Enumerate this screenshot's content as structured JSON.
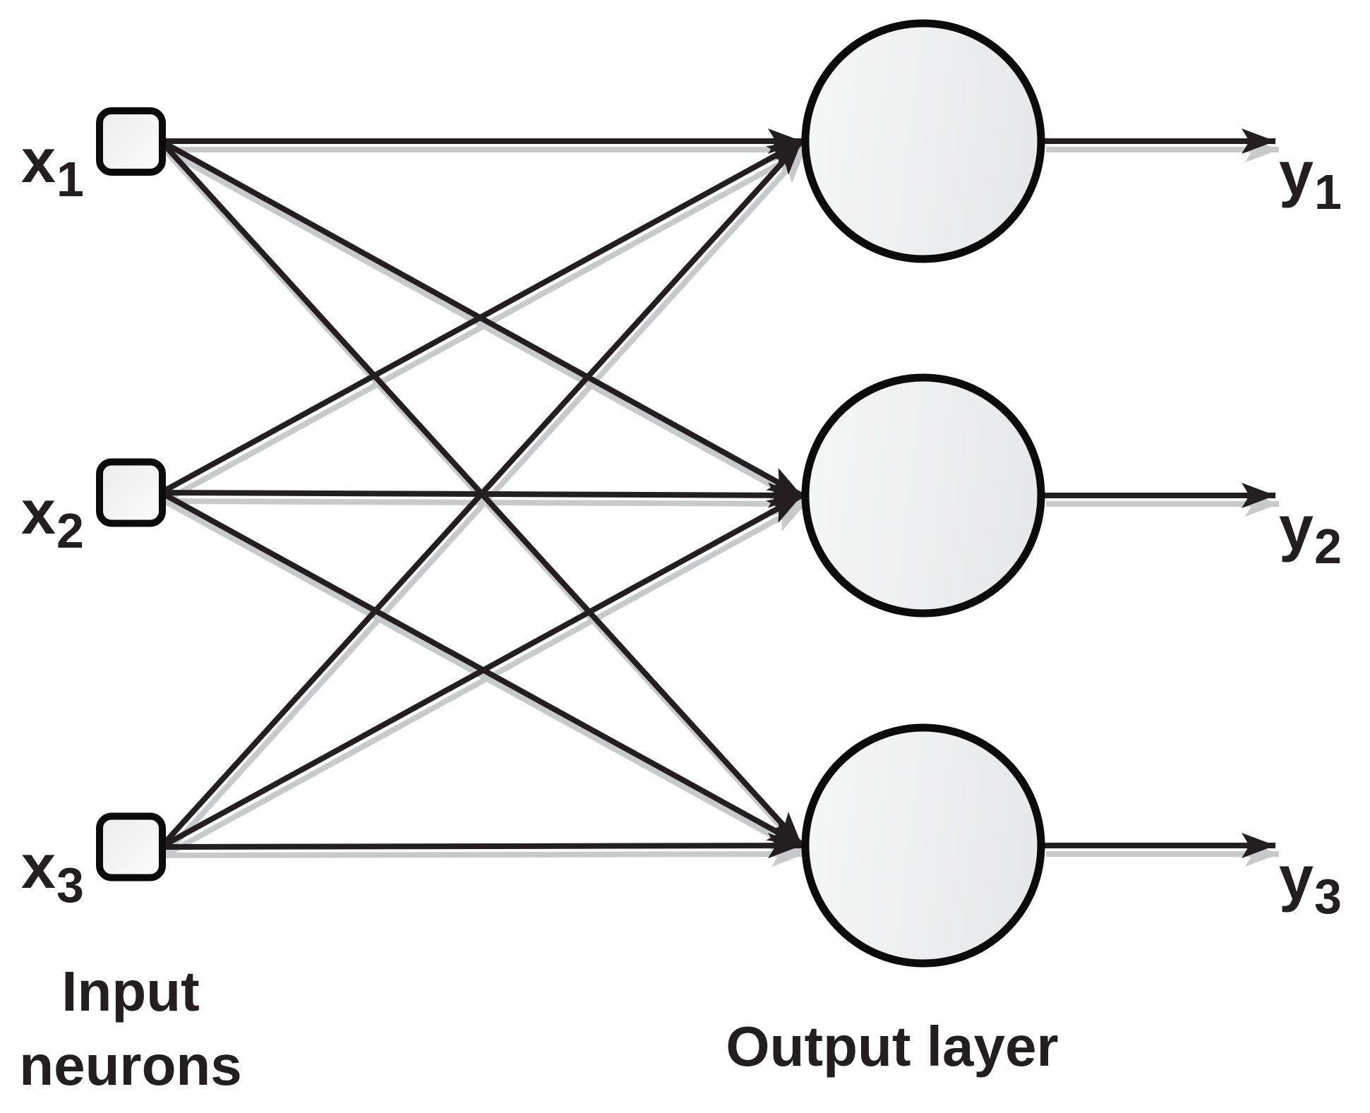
{
  "nodes": {
    "inputs": [
      {
        "label_base": "x",
        "label_sub": "1"
      },
      {
        "label_base": "x",
        "label_sub": "2"
      },
      {
        "label_base": "x",
        "label_sub": "3"
      }
    ],
    "outputs": [
      {
        "label_base": "y",
        "label_sub": "1"
      },
      {
        "label_base": "y",
        "label_sub": "2"
      },
      {
        "label_base": "y",
        "label_sub": "3"
      }
    ]
  },
  "captions": {
    "input_line1": "Input",
    "input_line2": "neurons",
    "output": "Output layer"
  },
  "colors": {
    "line_black": "#231f20",
    "shadow_gray": "#c8c9ca",
    "node_border": "#0b0b0b",
    "square_fill_start": "#eaebeb",
    "square_fill_end": "#fdfdfd",
    "circle_fill_start": "#f6f7f7",
    "circle_fill_end": "#e7e8e9",
    "background": "#ffffff"
  }
}
